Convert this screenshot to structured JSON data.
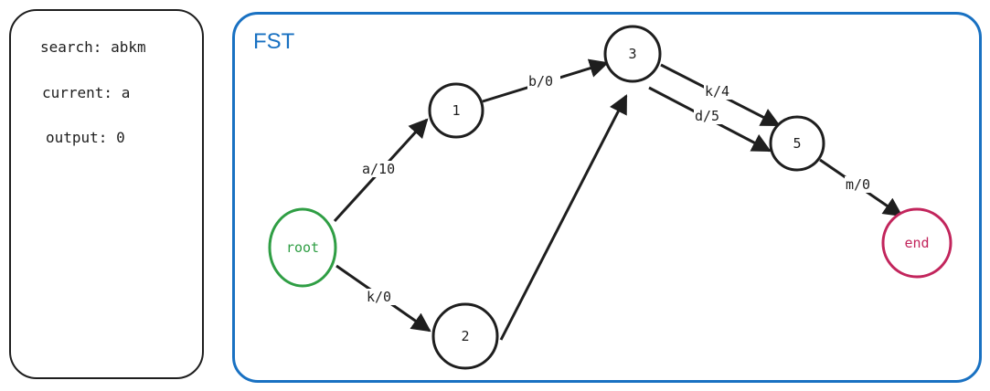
{
  "state": {
    "search_label": "search: abkm",
    "current_label": "current: a",
    "output_label": "output: 0"
  },
  "diagram": {
    "title": "FST",
    "nodes": [
      {
        "id": "root",
        "label": "root",
        "color": "#2f9e44"
      },
      {
        "id": "n1",
        "label": "1",
        "color": "#1e1e1e"
      },
      {
        "id": "n2",
        "label": "2",
        "color": "#1e1e1e"
      },
      {
        "id": "n3",
        "label": "3",
        "color": "#1e1e1e"
      },
      {
        "id": "n5",
        "label": "5",
        "color": "#1e1e1e"
      },
      {
        "id": "end",
        "label": "end",
        "color": "#c2255c"
      }
    ],
    "edges": [
      {
        "from": "root",
        "to": "n1",
        "label": "a/10"
      },
      {
        "from": "root",
        "to": "n2",
        "label": "k/0"
      },
      {
        "from": "n1",
        "to": "n3",
        "label": "b/0"
      },
      {
        "from": "n2",
        "to": "n3",
        "label": ""
      },
      {
        "from": "n3",
        "to": "n5",
        "label": "k/4"
      },
      {
        "from": "n3",
        "to": "n5",
        "label": "d/5"
      },
      {
        "from": "n5",
        "to": "end",
        "label": "m/0"
      }
    ]
  }
}
